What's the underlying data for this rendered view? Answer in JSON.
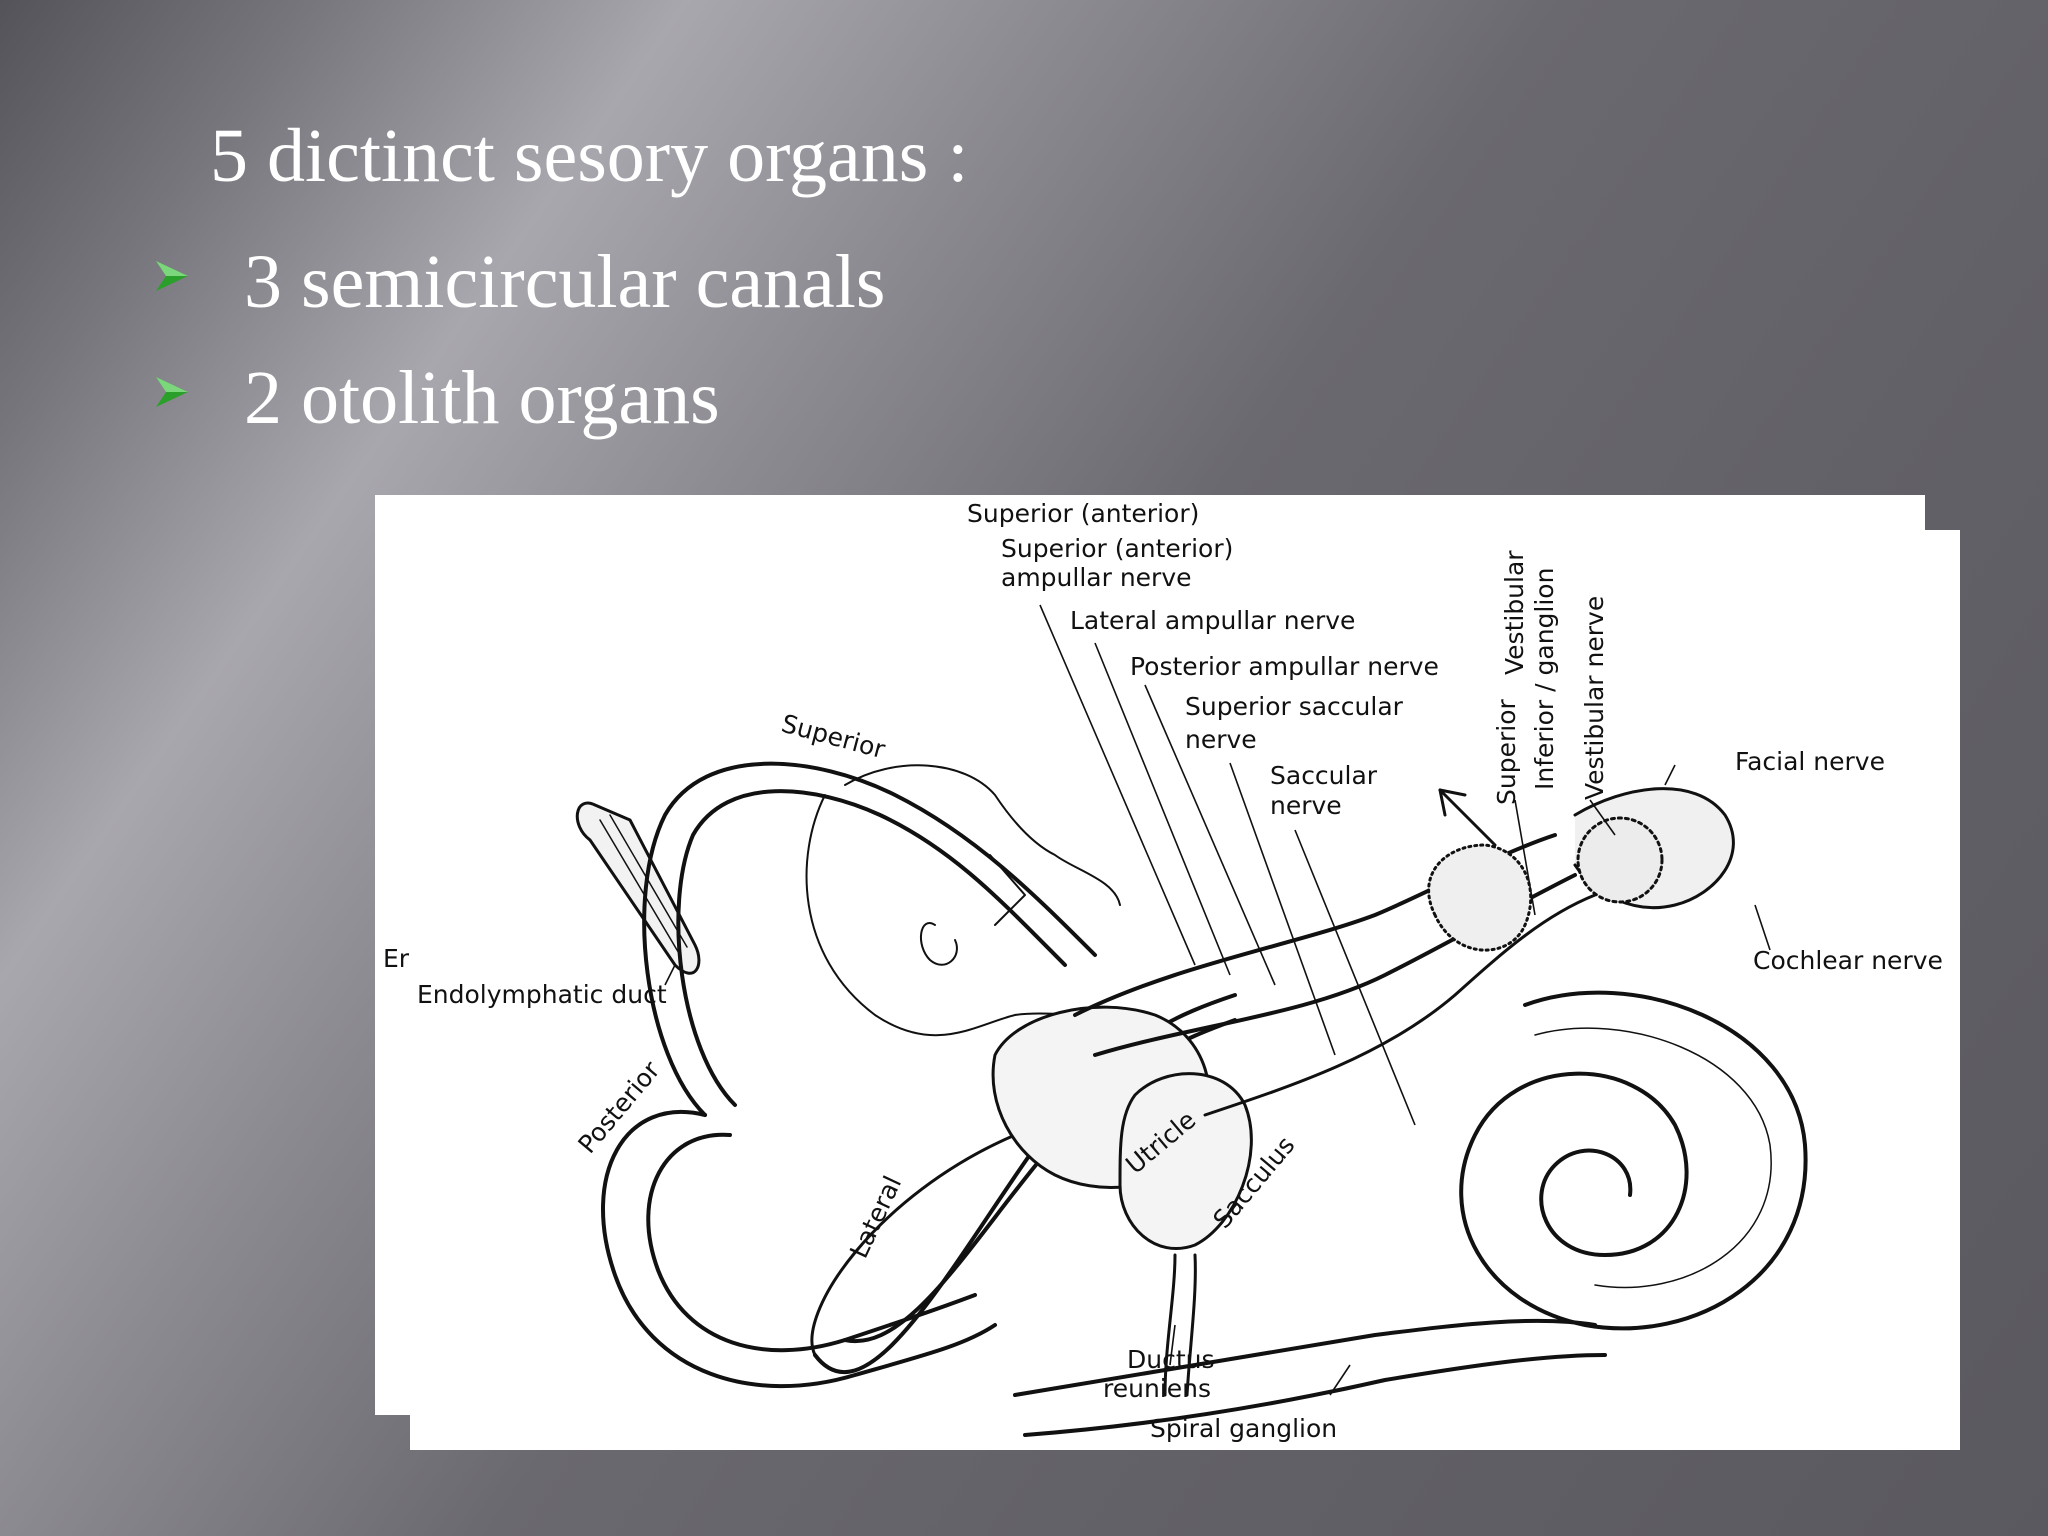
{
  "slide": {
    "title": "5 dictinct sesory organs :",
    "bullets": [
      {
        "text": "3 semicircular canals"
      },
      {
        "text": "2 otolith organs"
      }
    ],
    "bullet_icon": "green-arrowhead-icon",
    "bullet_color": "#2aa02a",
    "text_color": "#ffffff"
  },
  "diagram": {
    "labels": {
      "superior_anterior": "Superior (anterior)",
      "superior_anterior_ampullar": "Superior (anterior)",
      "ampullar_nerve": "ampullar nerve",
      "lateral_ampullar": "Lateral ampullar nerve",
      "posterior_ampullar": "Posterior ampullar nerve",
      "superior_saccular": "Superior saccular",
      "superior_saccular_nerve": "nerve",
      "saccular": "Saccular",
      "saccular_nerve": "nerve",
      "superior_canal": "Superior",
      "vestibular": "Vestibular",
      "superior_ganglion": "Superior",
      "inferior_ganglion": "Inferior / ganglion",
      "vestibular_nerve": "Vestibular nerve",
      "facial_nerve": "Facial nerve",
      "cochlear_nerve": "Cochlear nerve",
      "cut_label": "Er",
      "endolymphatic_duct": "Endolymphatic duct",
      "posterior_canal": "Posterior",
      "lateral_canal": "Lateral",
      "utricle": "Utricle",
      "sacculus": "Sacculus",
      "ductus": "Ductus",
      "reuniens": "reuniens",
      "spiral_ganglion": "Spiral ganglion"
    }
  }
}
